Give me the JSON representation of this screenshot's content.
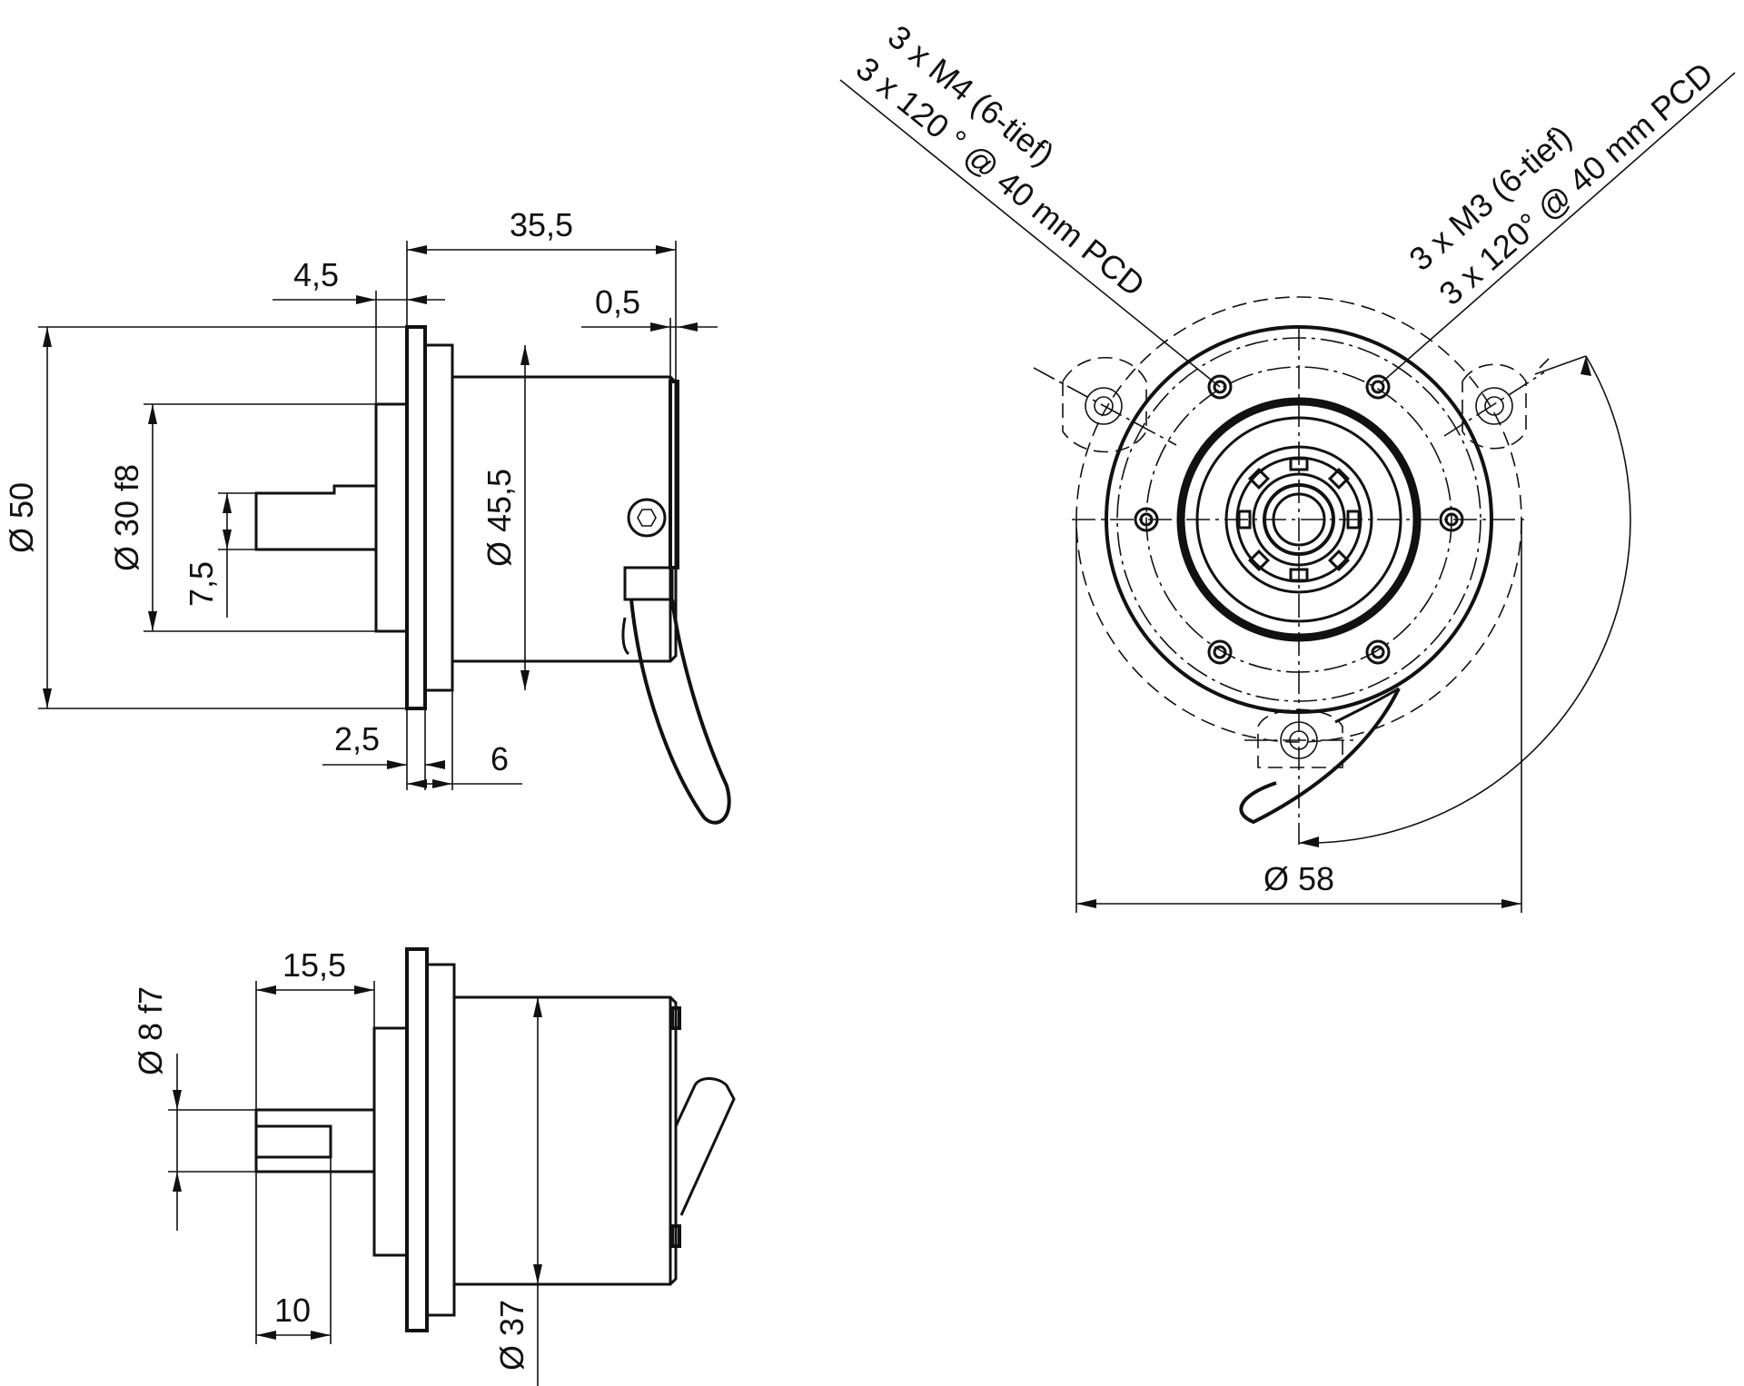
{
  "dimensions": {
    "d35_5": "35,5",
    "d4_5": "4,5",
    "d0_5": "0,5",
    "dia50": "Ø 50",
    "dia30f8": "Ø 30 f8",
    "d7_5": "7,5",
    "dia45_5": "Ø 45,5",
    "d2_5": "2,5",
    "d6": "6",
    "dia58": "Ø 58",
    "d15_5": "15,5",
    "dia8f7": "Ø 8 f7",
    "d10": "10",
    "dia37": "Ø 37"
  },
  "callouts": {
    "m4_line1": "3 x M4 (6-tief)",
    "m4_line2": "3 x 120 ° @ 40 mm PCD",
    "m3_line1": "3 x M3 (6-tief)",
    "m3_line2": "3 x 120° @ 40 mm PCD"
  }
}
